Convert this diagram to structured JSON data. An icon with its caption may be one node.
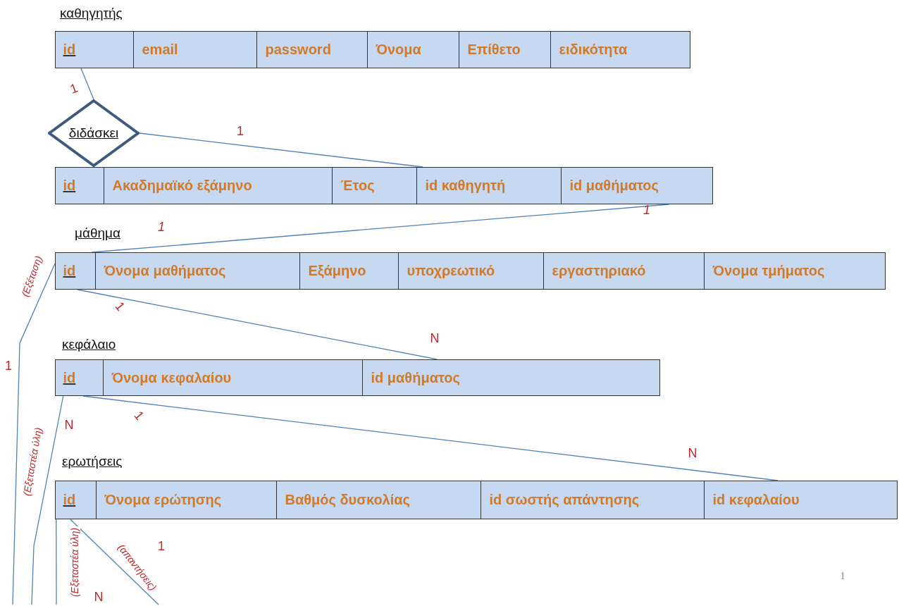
{
  "diagram": {
    "nodes": [
      {
        "text": [
          "καθηγητής"
        ]
      },
      {
        "text": [
          "id"
        ],
        "in": 0
      },
      {
        "text": [
          "email"
        ],
        "in": 0
      },
      {
        "text": [
          "password"
        ],
        "in": 0
      },
      {
        "text": [
          "Όνομα"
        ],
        "in": 0
      },
      {
        "text": [
          "Επίθετο"
        ],
        "in": 0
      },
      {
        "text": [
          "ειδικότητα"
        ],
        "in": 0
      },
      {
        "text": [
          "διδάσκει"
        ]
      },
      {
        "text": [],
        "shape": "box"
      },
      {
        "text": [
          "id"
        ],
        "in": 8
      },
      {
        "text": [
          "Ακαδημαϊκό εξάμηνο"
        ],
        "in": 8
      },
      {
        "text": [
          "Έτος"
        ],
        "in": 8
      },
      {
        "text": [
          "id καθηγητή"
        ],
        "in": 8
      },
      {
        "text": [
          "id μαθήματος"
        ],
        "in": 8
      },
      {
        "text": [
          "μάθημα"
        ]
      },
      {
        "text": [
          "id"
        ],
        "in": 14
      },
      {
        "text": [
          "Όνομα μαθήματος"
        ],
        "in": 14
      },
      {
        "text": [
          "Εξάμηνο"
        ],
        "in": 14
      },
      {
        "text": [
          "υποχρεωτικό"
        ],
        "in": 14
      },
      {
        "text": [
          "εργαστηριακό"
        ],
        "in": 14
      },
      {
        "text": [
          "Όνομα τμήματος"
        ],
        "in": 14
      },
      {
        "text": [
          "κεφάλαιο"
        ]
      },
      {
        "text": [
          "id"
        ],
        "in": 21
      },
      {
        "text": [
          "Όνομα κεφαλαίου"
        ],
        "in": 21
      },
      {
        "text": [
          "id μαθήματος"
        ],
        "in": 21
      },
      {
        "text": [
          "ερωτήσεις"
        ]
      },
      {
        "text": [
          "id"
        ],
        "in": 25
      },
      {
        "text": [
          "Όνομα ερώτησης"
        ],
        "in": 25
      },
      {
        "text": [
          "Βαθμός δυσκολίας"
        ],
        "in": 25
      },
      {
        "text": [
          "id σωστής απάντησης"
        ],
        "in": 25
      },
      {
        "text": [
          "id κεφαλαίου"
        ],
        "in": 25
      }
    ],
    "edges": [
      {
        "from": 1,
        "to": 7,
        "arrow": "none"
      },
      {
        "from": 7,
        "to": 12,
        "arrow": "none"
      },
      {
        "from": 13,
        "to": 15,
        "arrow": "none"
      },
      {
        "from": 15,
        "to": 24,
        "arrow": "none"
      },
      {
        "from": 22,
        "to": 30,
        "arrow": "none"
      },
      {
        "from": 15,
        "to": null,
        "arrow": "none",
        "label": "(Εξέταση)"
      },
      {
        "from": 22,
        "to": null,
        "arrow": "none",
        "label": "(Εξεταστέα ύλη)"
      },
      {
        "from": 26,
        "to": null,
        "arrow": "none",
        "label": "(Εξεταστέα ύλη)"
      },
      {
        "from": 26,
        "to": null,
        "arrow": "none",
        "label": "(απαντήσεις)"
      }
    ],
    "labels": [
      "1",
      "1",
      "1",
      "1",
      "1",
      "N",
      "1",
      "N",
      "1",
      "N",
      "1",
      "N",
      "1"
    ]
  }
}
